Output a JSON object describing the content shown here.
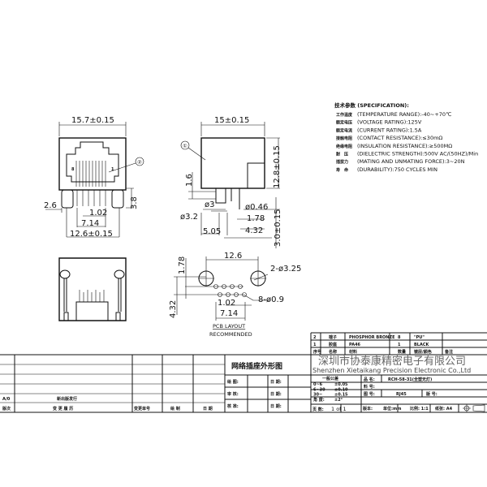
{
  "front_view": {
    "width_dim": "15.7±0.15",
    "pin_pitch": "1.02",
    "pin_span": "7.14",
    "post_span": "12.6±0.15",
    "post_offset": "2.6",
    "post_height": "3.8",
    "callout": "②",
    "pin_first": "8",
    "pin_last": "1"
  },
  "side_view": {
    "width_dim": "15±0.15",
    "height_dim": "12.8±0.15",
    "standoff": "1.6",
    "post_dia": "ø3",
    "post_dia2": "ø3.2",
    "pin_dia": "ø0.46",
    "pitch": "1.78",
    "dist1": "5.05",
    "dist2": "4.32",
    "pin_len": "3.0±0.15",
    "callout": "①"
  },
  "pcb_layout": {
    "span": "12.6",
    "rows": "1.78",
    "depth": "4.32",
    "pitch": "1.02",
    "span_pins": "7.14",
    "holes_large": "2-ø3.25",
    "holes_small": "8-ø0.9",
    "title": "PCB LAYOUT",
    "subtitle": "RECOMMENDED"
  },
  "spec": {
    "title": "技术参数 (SPECIFICATION):",
    "items": [
      {
        "label": "工作温度",
        "text": "(TEMPERATURE RANGE):-40~+70℃"
      },
      {
        "label": "额定电压",
        "text": "(VOLTAGE RATING):125V"
      },
      {
        "label": "额定电流",
        "text": "(CURRENT RATING):1.5A"
      },
      {
        "label": "接触电阻",
        "text": "(CONTACT RESISTANCE):≤30mΩ"
      },
      {
        "label": "绝缘电阻",
        "text": "(INSULATION RESISTANCE):≥500MΩ"
      },
      {
        "label": "耐　压",
        "text": "(DIELECTRIC STRENGTH):500V AC/(50HZ)/Min"
      },
      {
        "label": "插拔力",
        "text": "(MATING AND UNMATING FORCE):3~20N"
      },
      {
        "label": "寿　命",
        "text": "(DURABILITY):750 CYCLES MIN"
      }
    ]
  },
  "bom": {
    "rows": [
      [
        "2",
        "端子",
        "PHOSPHOR BRONZE",
        "8",
        "\"PU\"",
        ""
      ],
      [
        "1",
        "胶座",
        "PA46",
        "1",
        "BLACK",
        ""
      ]
    ],
    "header": [
      "序号",
      "名称",
      "材料",
      "数量",
      "镀层/颜色",
      "备注"
    ]
  },
  "company": {
    "cn": "深圳市协泰康精密电子有限公司",
    "en": "Shenzhen Xietaikang Precision Electronic Co.,Ltd"
  },
  "title_block": {
    "drawing_title": "网络插座外形图",
    "tolerance_title": "一般公差",
    "tolerances": [
      [
        "0~6",
        "±0.05"
      ],
      [
        "6~30",
        "±0.10"
      ],
      [
        "30~",
        "±0.15"
      ],
      [
        "角 度:",
        "±2°"
      ]
    ],
    "page_label": "页 数:",
    "page_value": "1 of 1",
    "product_label": "品 名:",
    "product_value": "RCH-58-31(全塑无灯)",
    "part_label": "料 号:",
    "part_value": "",
    "drawing_no_label": "图 号:",
    "drawing_no_value": "RJ45",
    "rev_label": "版 号:",
    "version_label": "版本:",
    "unit_label": "单位:mm",
    "scale_label": "比例: 1:1",
    "paper_label": "纸张: A4",
    "sign_rows": [
      [
        "绘 图:",
        "日 期:"
      ],
      [
        "审 核:",
        "日 期:"
      ],
      [
        "核 准:",
        "日 期:"
      ]
    ],
    "rev_first": "A/0",
    "rev_first_desc": "新出版发行",
    "rev_header": [
      "版次",
      "变 更 履 历",
      "变更单号",
      "绘 制",
      "日 期"
    ]
  }
}
